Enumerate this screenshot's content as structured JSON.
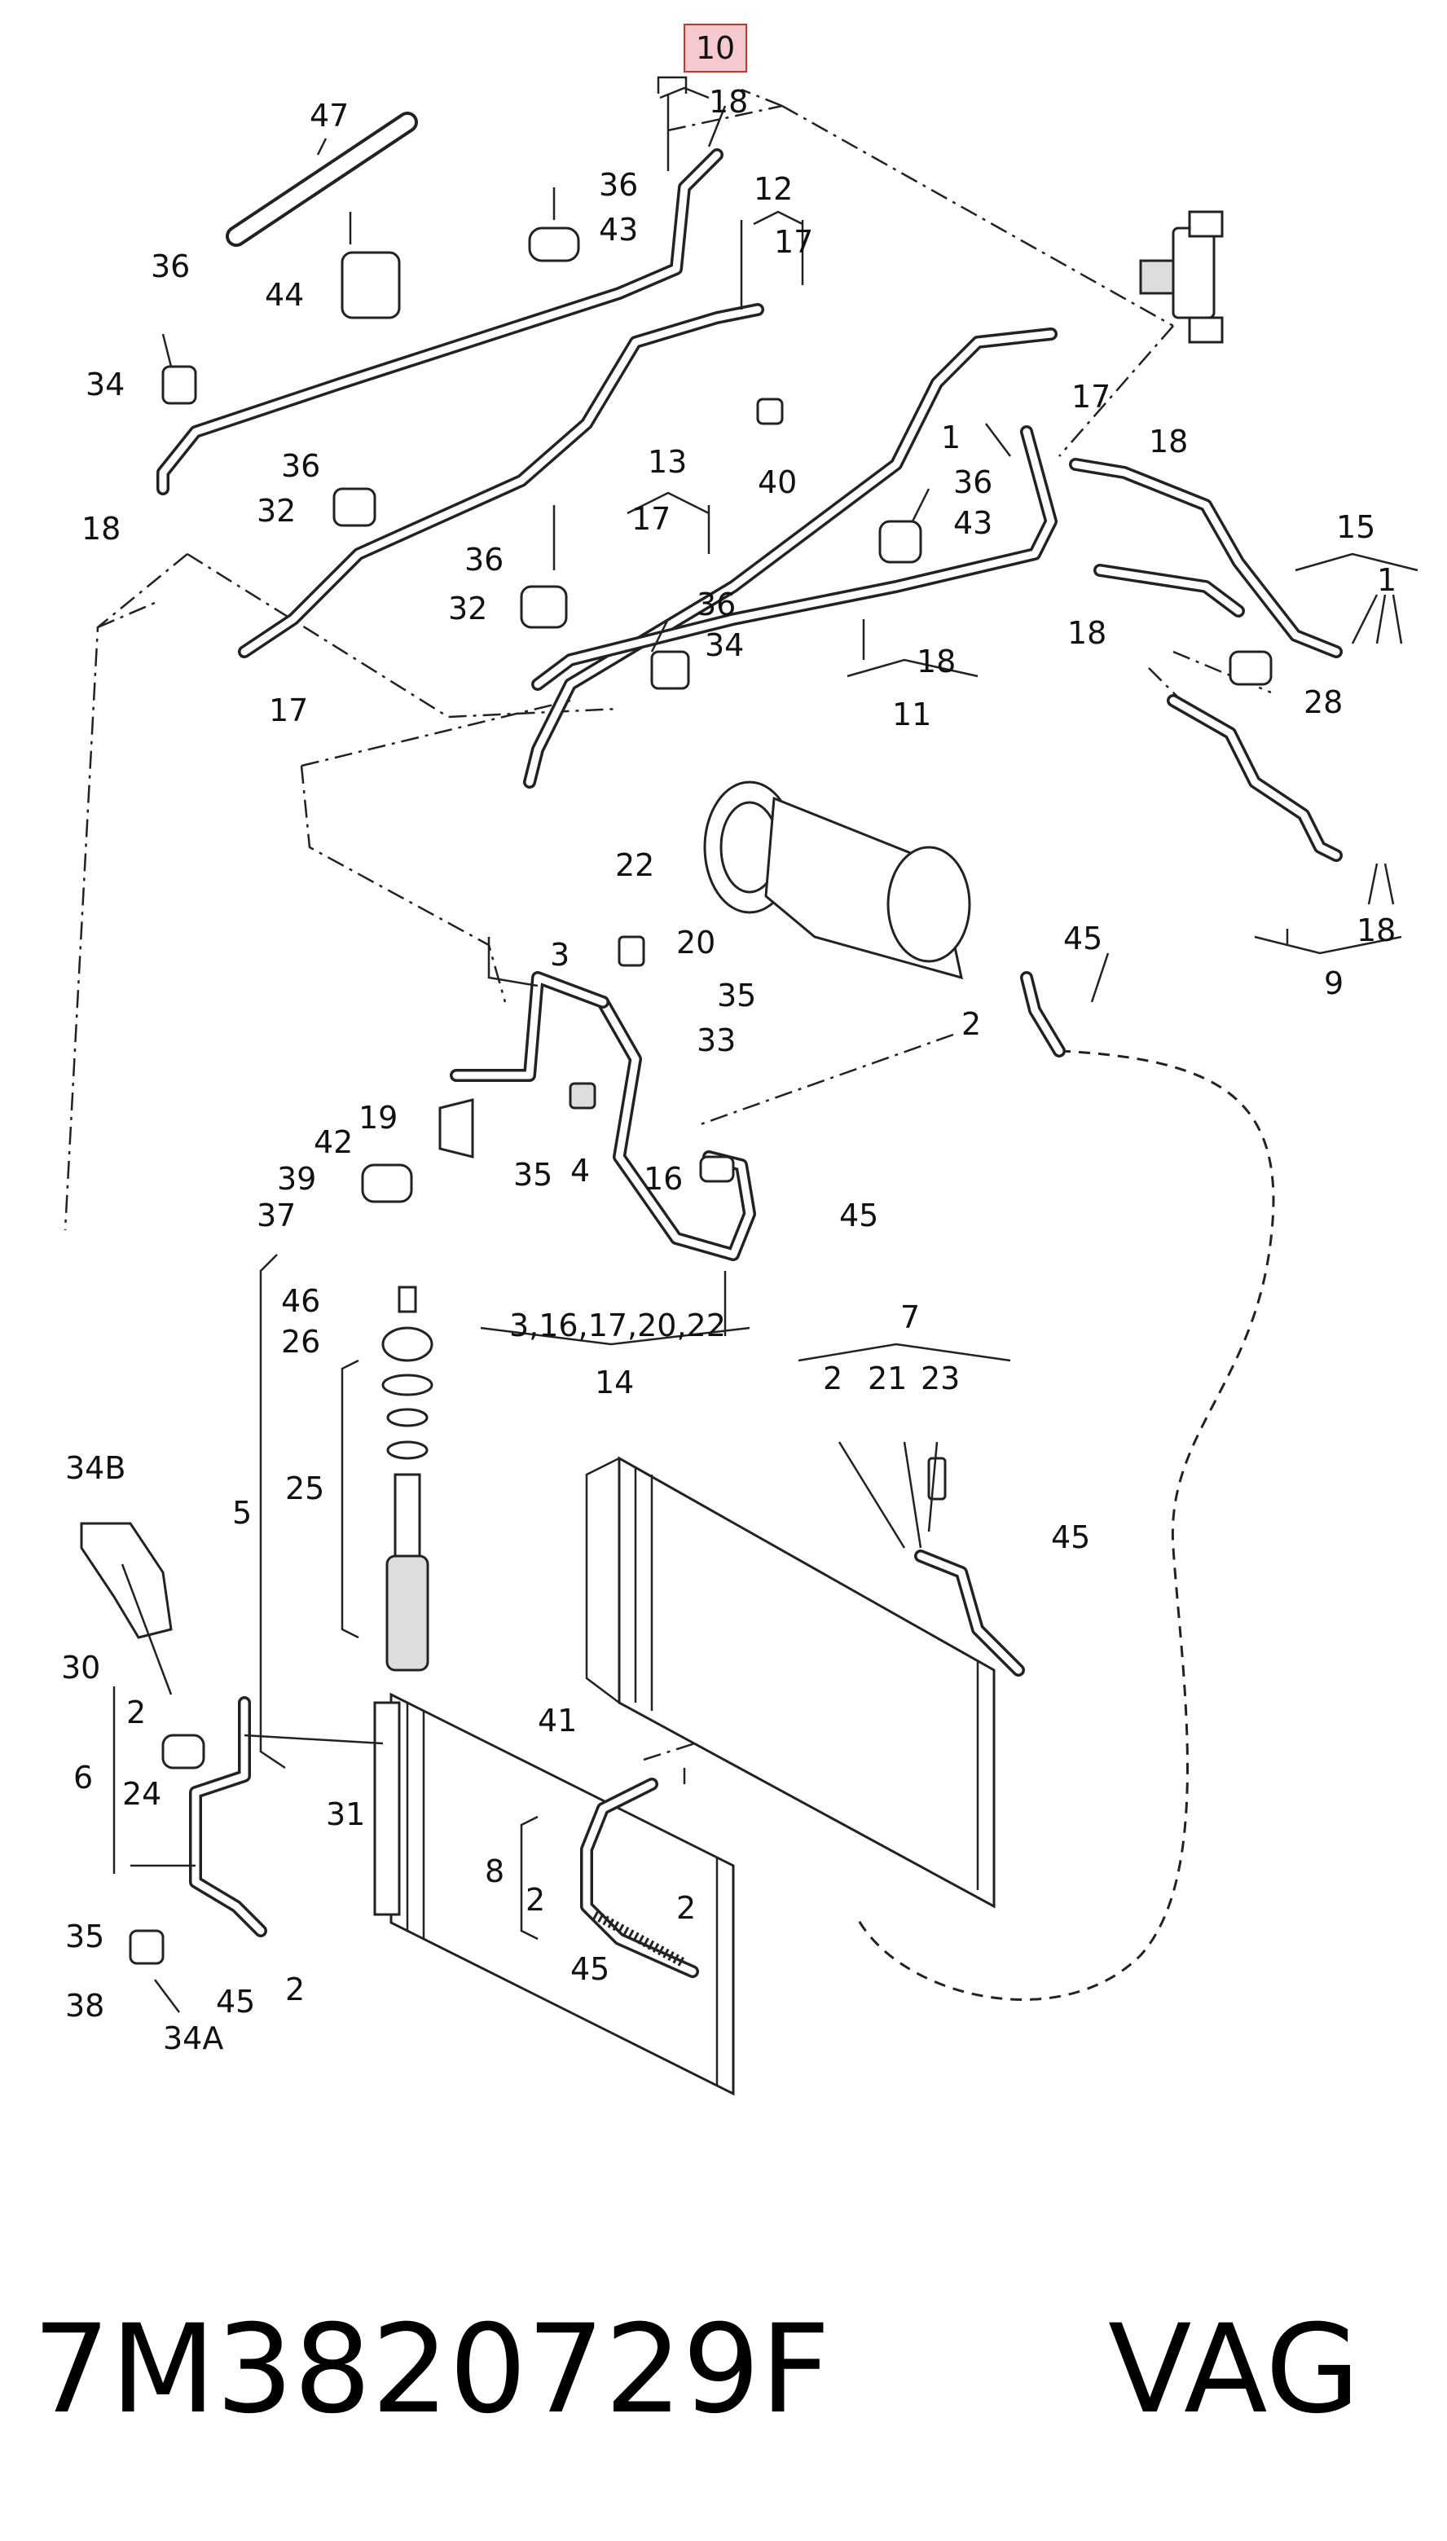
{
  "labels": {
    "l10": "10",
    "l18a": "18",
    "l47": "47",
    "l36a": "36",
    "l43a": "43",
    "l12": "12",
    "l17a": "17",
    "l36b": "36",
    "l34a": "34",
    "l44": "44",
    "l17b": "17",
    "l1a": "1",
    "l18b": "18",
    "l40": "40",
    "l36c": "36",
    "l32a": "32",
    "l18c": "18",
    "l13": "13",
    "l17c": "17",
    "l36d": "36",
    "l43b": "43",
    "l15": "15",
    "l1b": "1",
    "l36e": "36",
    "l32b": "32",
    "l36f": "36",
    "l34b": "34",
    "l18d": "18",
    "l18e": "18",
    "l11": "11",
    "l17d": "17",
    "l28": "28",
    "l22a": "22",
    "l3a": "3",
    "l20a": "20",
    "l35a": "35",
    "l33": "33",
    "l45a": "45",
    "l2a": "2",
    "l18f": "18",
    "l9": "9",
    "l19": "19",
    "l42": "42",
    "l35b": "35",
    "l4": "4",
    "l16": "16",
    "l45b": "45",
    "l39": "39",
    "l37": "37",
    "l14group": "3,16,17,20,22",
    "l14": "14",
    "l46": "46",
    "l26": "26",
    "l25": "25",
    "l5": "5",
    "l7": "7",
    "l2b": "2",
    "l21": "21",
    "l23": "23",
    "l45c": "45",
    "l34B": "34B",
    "l30": "30",
    "l41": "41",
    "l2c": "2",
    "l6": "6",
    "l24": "24",
    "l31": "31",
    "l8": "8",
    "l2d": "2",
    "l2e": "2",
    "l35c": "35",
    "l45d": "45",
    "l2f": "2",
    "l45e": "45",
    "l38": "38",
    "l34A": "34A"
  },
  "footer": {
    "part_number": "7M3820729F",
    "brand": "VAG"
  },
  "colors": {
    "highlight_fill": "#f6c9cf",
    "highlight_border": "#c0392b",
    "ink": "#222222"
  }
}
